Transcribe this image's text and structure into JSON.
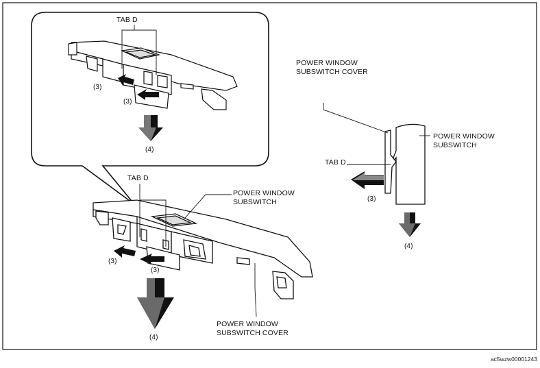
{
  "labels": {
    "tab_d_inset": "TAB D",
    "step3_inset_left": "(3)",
    "step3_inset_bottom": "(3)",
    "step4_inset": "(4)",
    "tab_d_main": "TAB D",
    "subswitch_main": "POWER WINDOW\nSUBSWITCH",
    "step3_main_left": "(3)",
    "step3_main_bottom": "(3)",
    "step4_main": "(4)",
    "cover_main": "POWER WINDOW\nSUBSWITCH COVER",
    "cover_side": "POWER WINDOW\nSUBSWITCH COVER",
    "subswitch_side": "POWER WINDOW\nSUBSWITCH",
    "tab_d_side": "TAB D",
    "step3_side": "(3)",
    "step4_side": "(4)"
  },
  "figure_code": "ac5wzw00001243"
}
